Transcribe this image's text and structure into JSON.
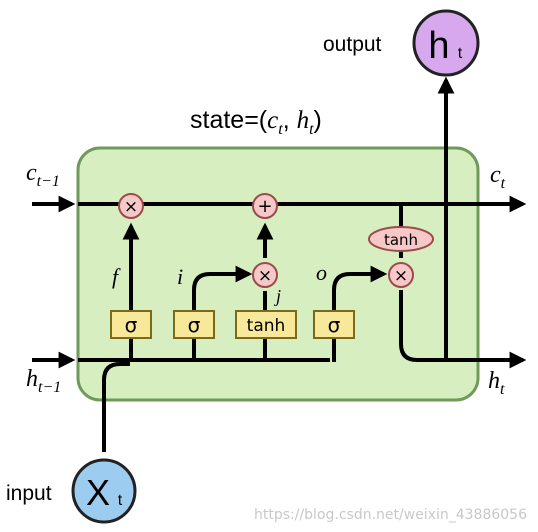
{
  "colors": {
    "cell_fill": "#d6eec0",
    "cell_stroke": "#6f9a5a",
    "gate_fill": "#f7e89a",
    "gate_stroke": "#7a6a1a",
    "op_fill": "#f7c8c8",
    "op_stroke": "#9c4a4a",
    "node_output_fill": "#d8a8ee",
    "node_input_fill": "#9ccdf0"
  },
  "title": {
    "prefix": "state=(",
    "c": "c",
    "c_sub": "t",
    "sep": ", ",
    "h": "h",
    "h_sub": "t",
    "suffix": ")"
  },
  "inputs": {
    "c_prev": {
      "main": "c",
      "sub": "t−1"
    },
    "h_prev": {
      "main": "h",
      "sub": "t−1"
    }
  },
  "outputs": {
    "c_next": {
      "main": "c",
      "sub": "t"
    },
    "h_next": {
      "main": "h",
      "sub": "t"
    }
  },
  "gates": {
    "forget": "σ",
    "input": "σ",
    "candidate": "tanh",
    "output": "σ"
  },
  "gate_labels": {
    "f": "f",
    "i": "i",
    "j": "j",
    "o": "o"
  },
  "ops": {
    "forget_mul": "×",
    "add": "+",
    "input_mul": "×",
    "output_mul": "×",
    "cell_tanh": "tanh"
  },
  "nodes": {
    "output": {
      "label": "output",
      "main": "h",
      "sub": "t"
    },
    "input": {
      "label": "input",
      "main": "X",
      "sub": "t"
    }
  },
  "watermark": "https://blog.csdn.net/weixin_43886056"
}
